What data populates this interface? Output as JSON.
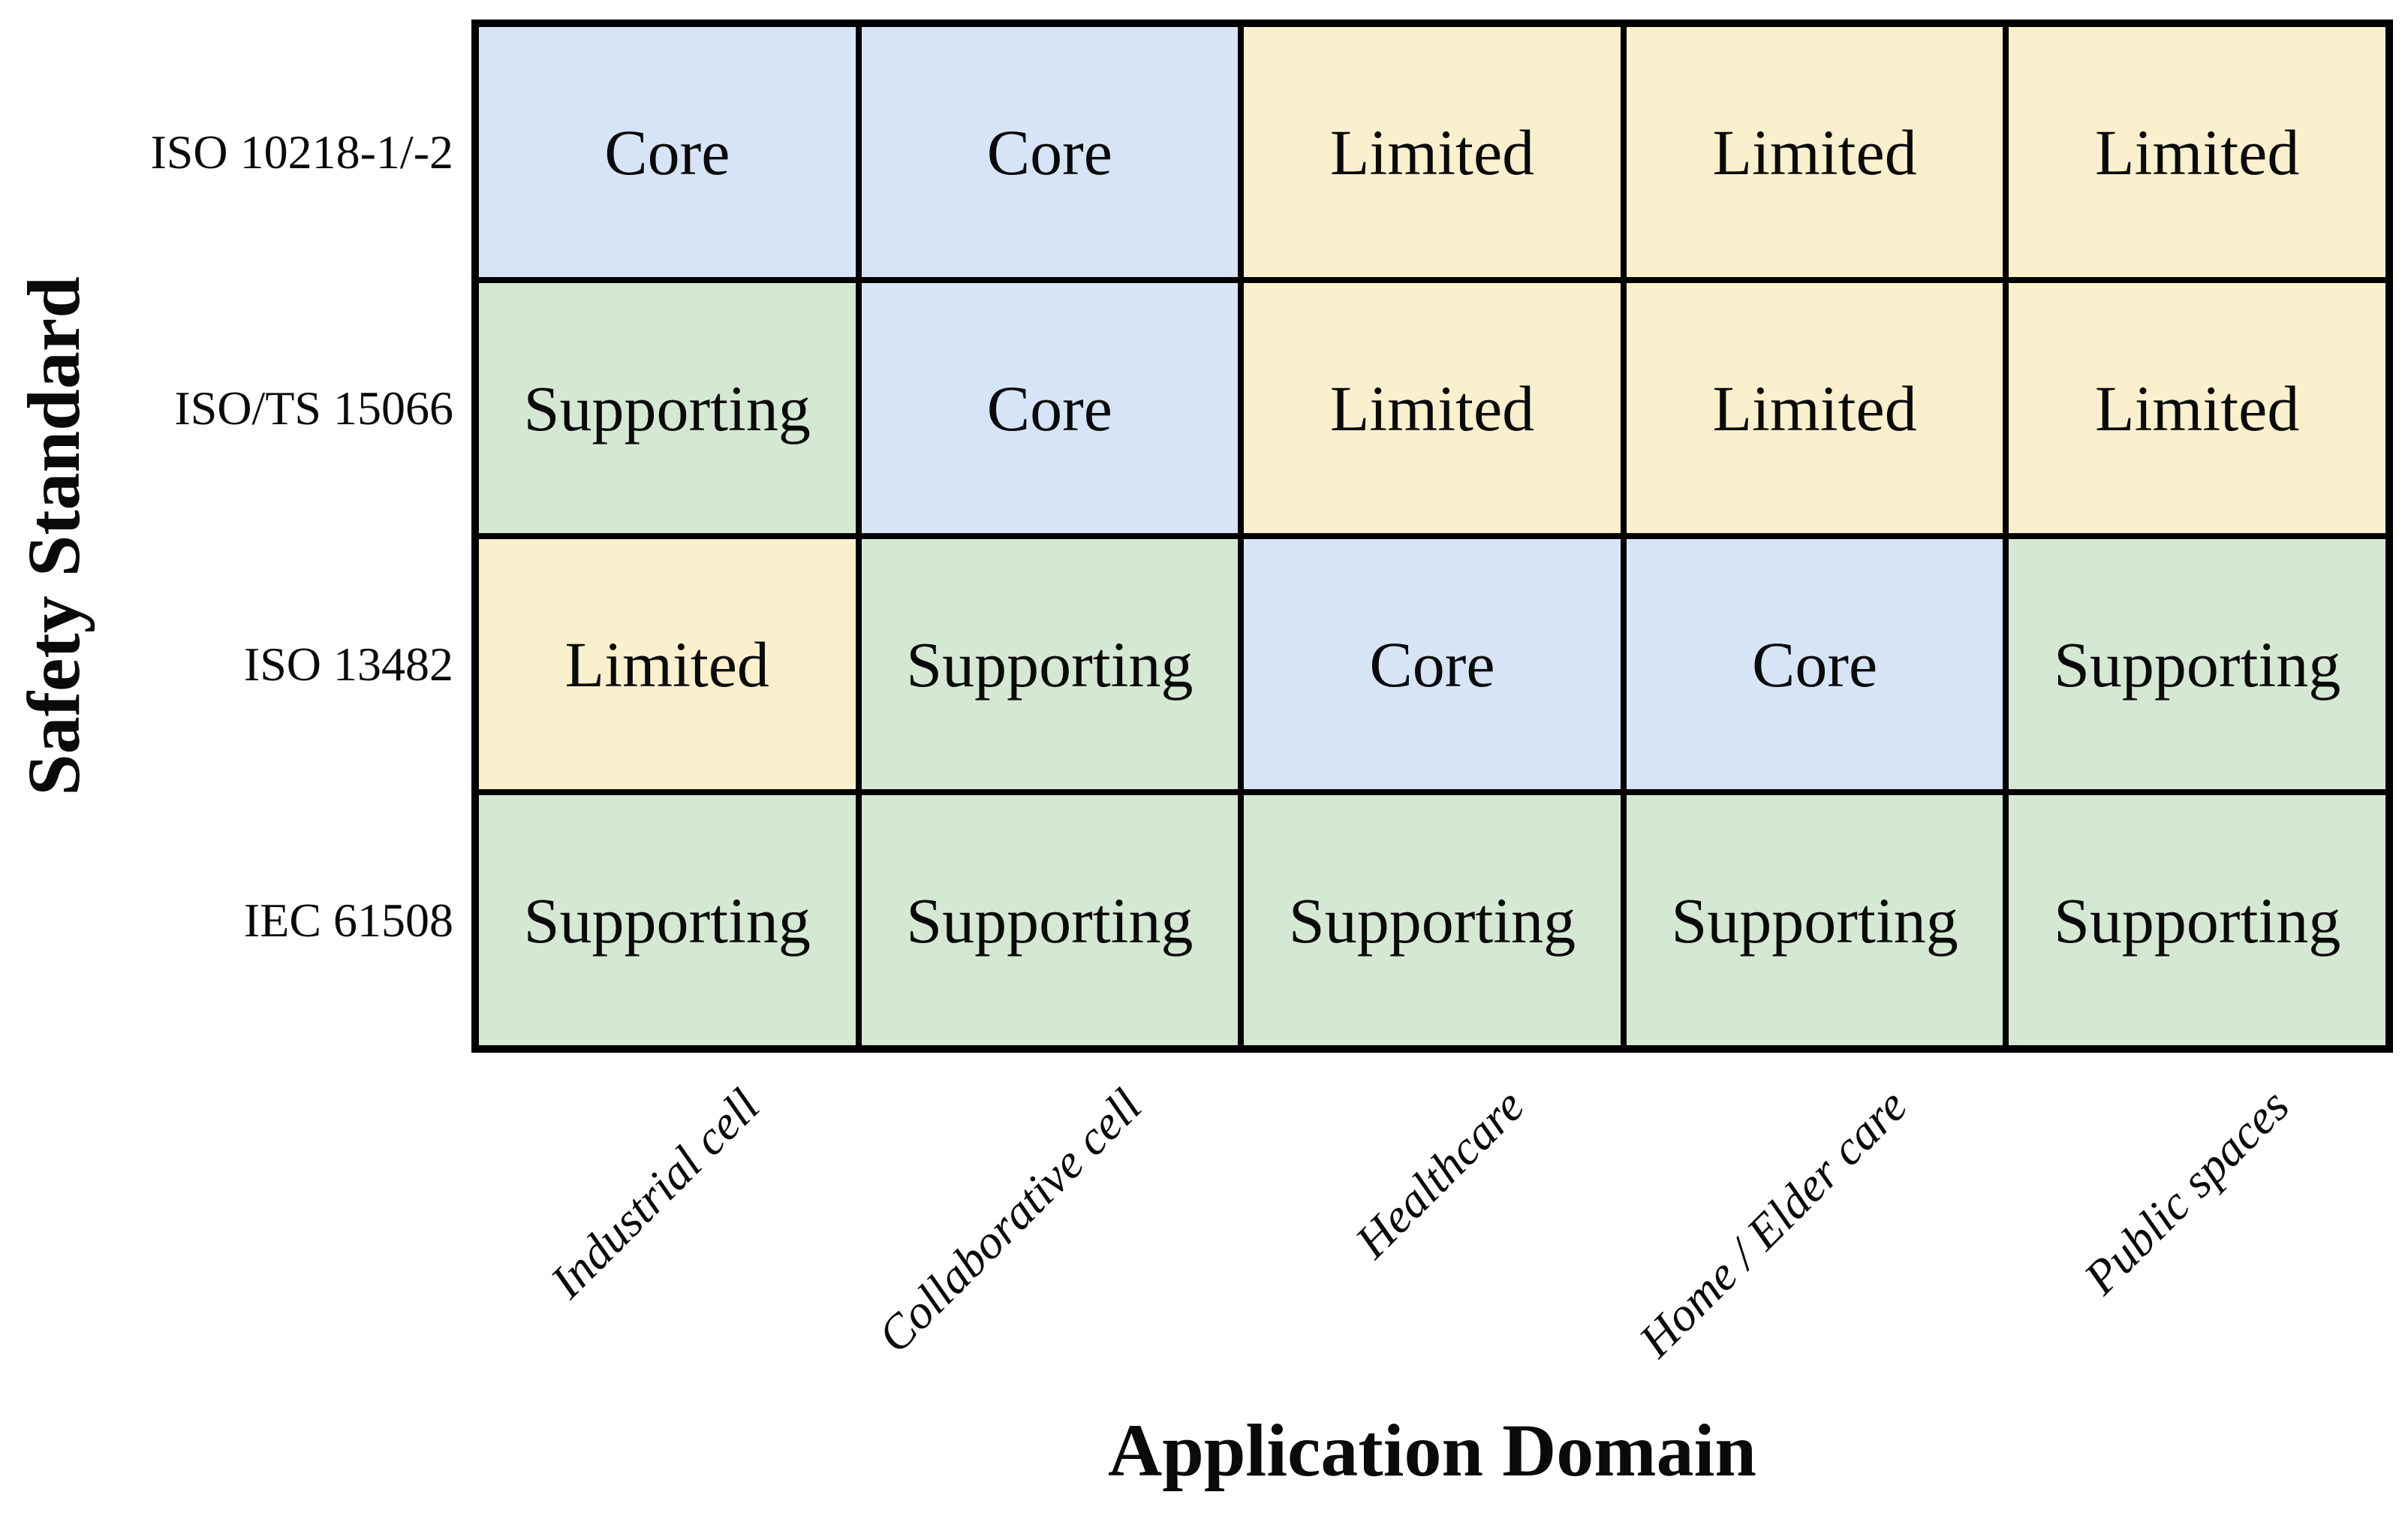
{
  "chart_data": {
    "type": "heatmap",
    "x_axis_label": "Application Domain",
    "y_axis_label": "Safety Standard",
    "columns": [
      "Industrial cell",
      "Collaborative cell",
      "Healthcare",
      "Home / Elder care",
      "Public spaces"
    ],
    "rows": [
      "ISO 10218-1/-2",
      "ISO/TS 15066",
      "ISO 13482",
      "IEC 61508"
    ],
    "matrix": [
      [
        "Core",
        "Core",
        "Limited",
        "Limited",
        "Limited"
      ],
      [
        "Supporting",
        "Core",
        "Limited",
        "Limited",
        "Limited"
      ],
      [
        "Limited",
        "Supporting",
        "Core",
        "Core",
        "Supporting"
      ],
      [
        "Supporting",
        "Supporting",
        "Supporting",
        "Supporting",
        "Supporting"
      ]
    ],
    "level_colors": {
      "Core": "#d6e4f6",
      "Supporting": "#d5e8d4",
      "Limited": "#faf0cd"
    },
    "grid_line_color": "#000000",
    "background_color": "#ffffff",
    "legend_position": "none",
    "grid": "on"
  }
}
